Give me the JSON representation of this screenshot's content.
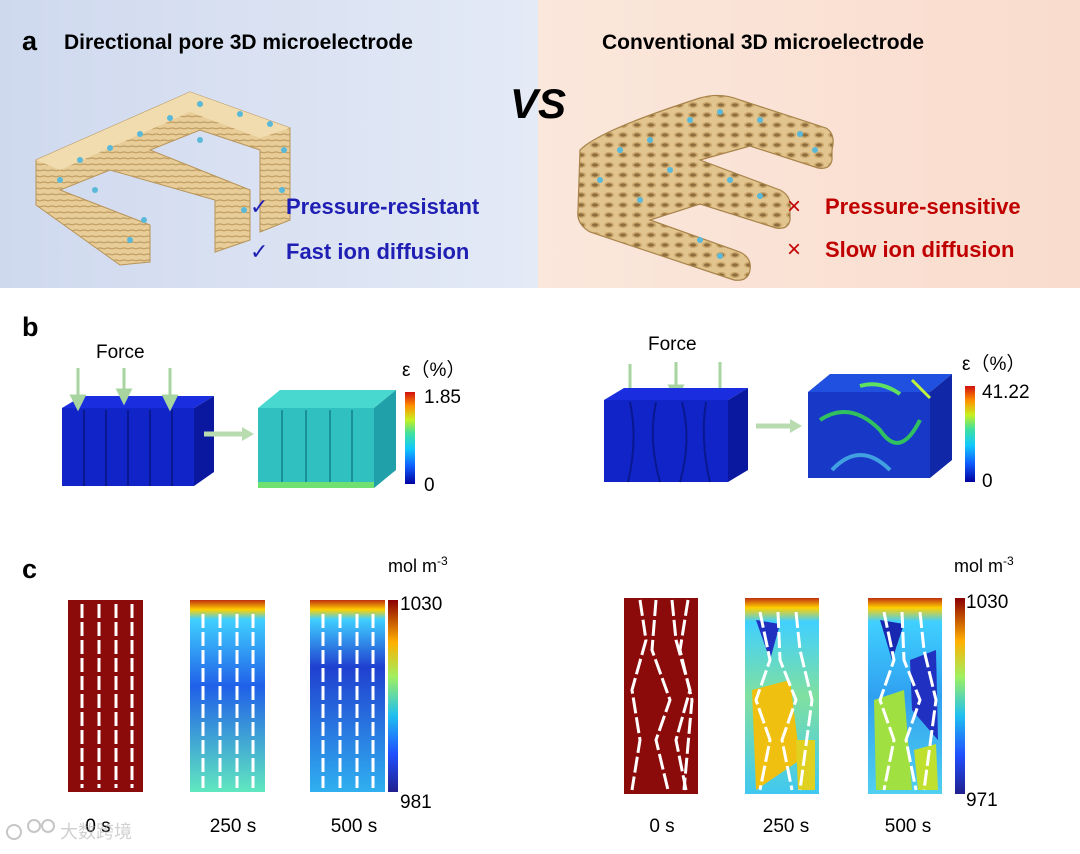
{
  "panel_a": {
    "label": "a",
    "left_title": "Directional pore 3D microelectrode",
    "right_title": "Conventional 3D microelectrode",
    "vs": "VS",
    "left_features": [
      {
        "mark": "✓",
        "text": "Pressure-resistant"
      },
      {
        "mark": "✓",
        "text": "Fast ion diffusion"
      }
    ],
    "right_features": [
      {
        "mark": "×",
        "text": "Pressure-sensitive"
      },
      {
        "mark": "×",
        "text": "Slow ion diffusion"
      }
    ],
    "colors": {
      "left_bg": "#d9e1f1",
      "right_bg": "#fbe3d6",
      "good": "#1f1fb4",
      "bad": "#c00000"
    }
  },
  "panel_b": {
    "label": "b",
    "left": {
      "force": "Force",
      "unit": "ε（%）",
      "max": "1.85",
      "min": "0"
    },
    "right": {
      "force": "Force",
      "unit": "ε（%）",
      "max": "41.22",
      "min": "0"
    }
  },
  "panel_c": {
    "label": "c",
    "left": {
      "unit": "mol m",
      "unit_sup": "-3",
      "max": "1030",
      "min": "981",
      "times": [
        "0 s",
        "250 s",
        "500 s"
      ]
    },
    "right": {
      "unit": "mol m",
      "unit_sup": "-3",
      "max": "1030",
      "min": "971",
      "times": [
        "0 s",
        "250 s",
        "500 s"
      ]
    }
  },
  "watermark": "大数跨境"
}
